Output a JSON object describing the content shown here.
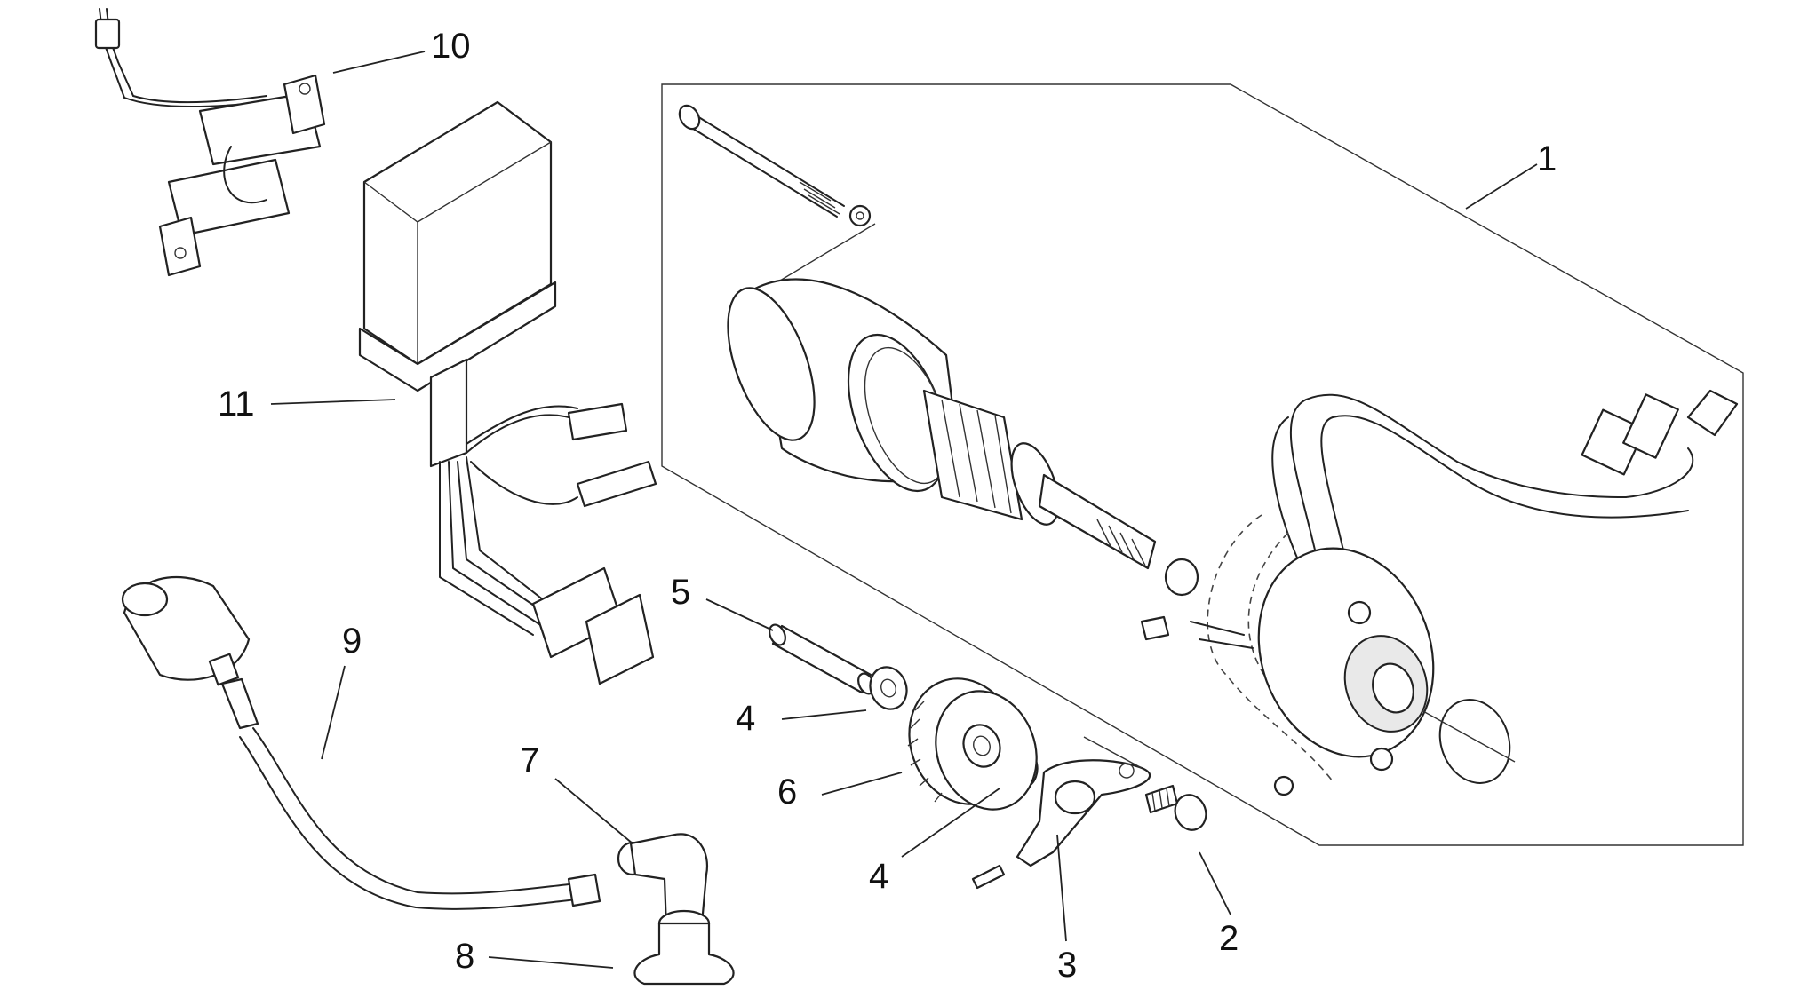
{
  "diagram": {
    "callouts": [
      {
        "id": "c1",
        "label": "1"
      },
      {
        "id": "c2",
        "label": "2"
      },
      {
        "id": "c3",
        "label": "3"
      },
      {
        "id": "c4a",
        "label": "4"
      },
      {
        "id": "c4b",
        "label": "4"
      },
      {
        "id": "c5",
        "label": "5"
      },
      {
        "id": "c6",
        "label": "6"
      },
      {
        "id": "c7",
        "label": "7"
      },
      {
        "id": "c8",
        "label": "8"
      },
      {
        "id": "c9",
        "label": "9"
      },
      {
        "id": "c10",
        "label": "10"
      },
      {
        "id": "c11",
        "label": "11"
      }
    ]
  }
}
